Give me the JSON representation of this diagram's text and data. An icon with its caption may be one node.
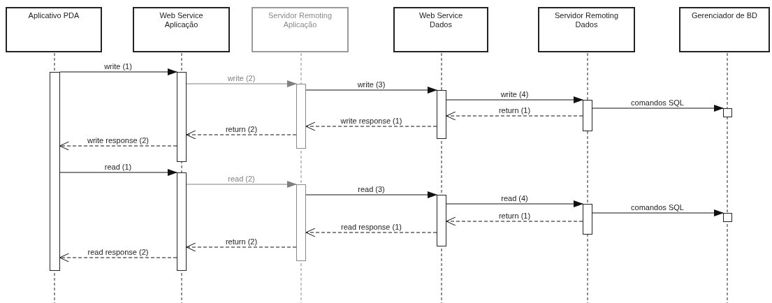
{
  "diagram": {
    "nodes": [
      {
        "text": [
          "Aplicativo PDA"
        ]
      },
      {
        "text": [
          "Web Service Aplicação"
        ]
      },
      {
        "text": [
          "Servidor Remoting Aplicação"
        ]
      },
      {
        "text": [
          "Web Service Dados"
        ]
      },
      {
        "text": [
          "Servidor Remoting Dados"
        ]
      },
      {
        "text": [
          "Gerenciador de BD"
        ]
      },
      {
        "text": [],
        "shape": "bar"
      },
      {
        "text": [],
        "shape": "bar"
      },
      {
        "text": [],
        "shape": "bar"
      },
      {
        "text": [],
        "shape": "bar"
      },
      {
        "text": [],
        "shape": "bar"
      },
      {
        "text": [],
        "shape": "bar"
      },
      {
        "text": [],
        "shape": "bar"
      },
      {
        "text": [],
        "shape": "bar"
      },
      {
        "text": [],
        "shape": "bar"
      },
      {
        "text": [],
        "shape": "box"
      },
      {
        "text": [],
        "shape": "box"
      }
    ],
    "edges": [
      {
        "from": 6,
        "to": 7,
        "arrow": "to",
        "label": "write (1)"
      },
      {
        "from": 7,
        "to": 9,
        "arrow": "to",
        "label": "write (2)",
        "color": "#808080"
      },
      {
        "from": 9,
        "to": 11,
        "arrow": "to",
        "label": "write (3)"
      },
      {
        "from": 11,
        "to": 13,
        "arrow": "to",
        "label": "write (4)"
      },
      {
        "from": 13,
        "to": 15,
        "arrow": "to",
        "label": "comandos SQL"
      },
      {
        "from": 13,
        "to": 11,
        "arrow": "to",
        "label": "return (1)",
        "style": "dashed"
      },
      {
        "from": 11,
        "to": 9,
        "arrow": "to",
        "label": "write response (1)",
        "style": "dashed"
      },
      {
        "from": 9,
        "to": 7,
        "arrow": "to",
        "label": "return (2)",
        "style": "dashed"
      },
      {
        "from": 7,
        "to": 6,
        "arrow": "to",
        "label": "write response (2)",
        "style": "dashed"
      },
      {
        "from": 6,
        "to": 8,
        "arrow": "to",
        "label": "read (1)"
      },
      {
        "from": 8,
        "to": 10,
        "arrow": "to",
        "label": "read (2)",
        "color": "#808080"
      },
      {
        "from": 10,
        "to": 12,
        "arrow": "to",
        "label": "read (3)"
      },
      {
        "from": 12,
        "to": 14,
        "arrow": "to",
        "label": "read (4)"
      },
      {
        "from": 14,
        "to": 16,
        "arrow": "to",
        "label": "comandos SQL"
      },
      {
        "from": 14,
        "to": 12,
        "arrow": "to",
        "label": "return (1)",
        "style": "dashed"
      },
      {
        "from": 12,
        "to": 10,
        "arrow": "to",
        "label": "read response (1)",
        "style": "dashed"
      },
      {
        "from": 10,
        "to": 8,
        "arrow": "to",
        "label": "return (2)",
        "style": "dashed"
      },
      {
        "from": 8,
        "to": 6,
        "arrow": "to",
        "label": "read response (2)",
        "style": "dashed"
      }
    ]
  }
}
